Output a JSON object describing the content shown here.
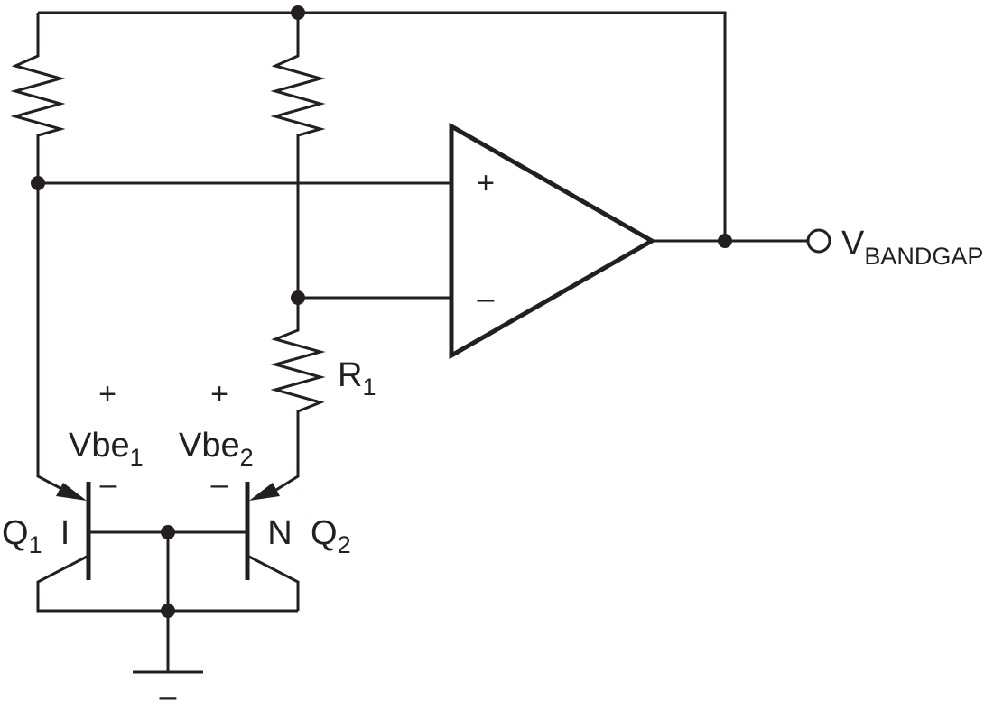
{
  "labels": {
    "opamp_plus": "+",
    "opamp_minus": "–",
    "output": {
      "main": "V",
      "sub": "BANDGAP"
    },
    "r1": {
      "main": "R",
      "sub": "1"
    },
    "vbe1": {
      "plus": "+",
      "main": "Vbe",
      "sub": "1",
      "minus": "–"
    },
    "vbe2": {
      "plus": "+",
      "main": "Vbe",
      "sub": "2",
      "minus": "–"
    },
    "q1": {
      "main": "Q",
      "sub": "1"
    },
    "q1_size": "I",
    "q2": {
      "main": "Q",
      "sub": "2"
    },
    "q2_size": "N",
    "ground_minus": "–"
  }
}
